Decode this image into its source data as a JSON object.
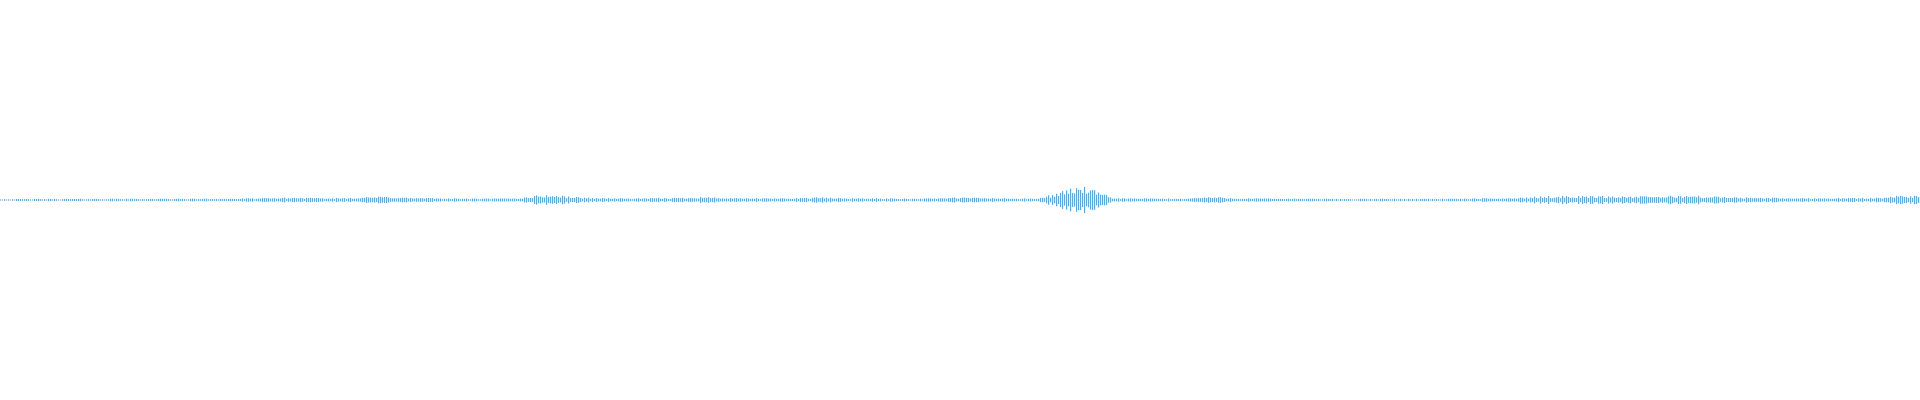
{
  "waveform": {
    "color": "#60a8dc",
    "background": "#ffffff",
    "amplitude_profile": [
      [
        0.0,
        0.16
      ],
      [
        0.055,
        0.2
      ],
      [
        0.12,
        0.22
      ],
      [
        0.14,
        0.32
      ],
      [
        0.155,
        0.4
      ],
      [
        0.17,
        0.28
      ],
      [
        0.185,
        0.42
      ],
      [
        0.2,
        0.55
      ],
      [
        0.215,
        0.35
      ],
      [
        0.25,
        0.22
      ],
      [
        0.27,
        0.3
      ],
      [
        0.282,
        0.85
      ],
      [
        0.29,
        0.72
      ],
      [
        0.305,
        0.38
      ],
      [
        0.33,
        0.26
      ],
      [
        0.355,
        0.38
      ],
      [
        0.365,
        0.52
      ],
      [
        0.38,
        0.3
      ],
      [
        0.41,
        0.28
      ],
      [
        0.425,
        0.45
      ],
      [
        0.44,
        0.3
      ],
      [
        0.48,
        0.24
      ],
      [
        0.5,
        0.42
      ],
      [
        0.52,
        0.3
      ],
      [
        0.54,
        0.22
      ],
      [
        0.555,
        1.6
      ],
      [
        0.562,
        2.3
      ],
      [
        0.568,
        1.7
      ],
      [
        0.58,
        0.3
      ],
      [
        0.615,
        0.22
      ],
      [
        0.63,
        0.52
      ],
      [
        0.645,
        0.28
      ],
      [
        0.7,
        0.18
      ],
      [
        0.76,
        0.22
      ],
      [
        0.79,
        0.34
      ],
      [
        0.805,
        0.62
      ],
      [
        0.83,
        0.66
      ],
      [
        0.855,
        0.58
      ],
      [
        0.88,
        0.72
      ],
      [
        0.9,
        0.46
      ],
      [
        0.94,
        0.3
      ],
      [
        0.975,
        0.36
      ],
      [
        0.99,
        0.72
      ],
      [
        1.0,
        0.62
      ]
    ]
  }
}
